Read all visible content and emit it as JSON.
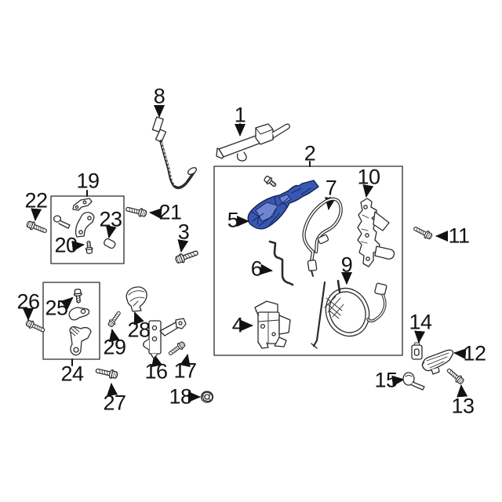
{
  "diagram": {
    "type": "exploded-parts-diagram",
    "highlighted_callout": "5",
    "callout_count": 29
  },
  "colors": {
    "background": "#ffffff",
    "line": "#2b2b2b",
    "label": "#121212",
    "highlight_fill": "#3757b2",
    "highlight_stroke": "#131f55",
    "highlight_facet": "#6e86cf"
  },
  "callouts": [
    "1",
    "2",
    "3",
    "4",
    "5",
    "6",
    "7",
    "8",
    "9",
    "10",
    "11",
    "12",
    "13",
    "14",
    "15",
    "16",
    "17",
    "18",
    "19",
    "20",
    "21",
    "22",
    "23",
    "24",
    "25",
    "26",
    "27",
    "28",
    "29"
  ]
}
